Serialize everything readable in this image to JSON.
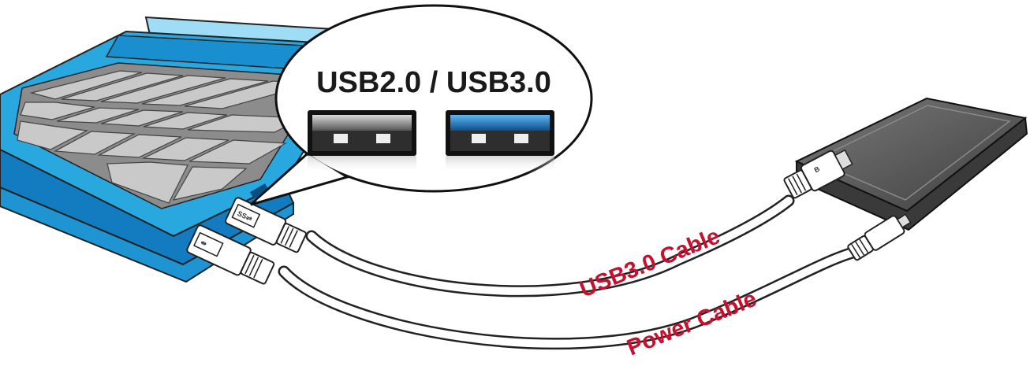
{
  "callout": {
    "title": "USB2.0 / USB3.0",
    "ports": [
      {
        "name": "USB2.0",
        "color": "#8a8a8a"
      },
      {
        "name": "USB3.0",
        "color": "#1f7fd1"
      }
    ]
  },
  "cables": {
    "usb3_label": "USB3.0 Cable",
    "power_label": "Power Cable"
  },
  "device_port_label": "B",
  "colors": {
    "laptop_blue": "#29a8e0",
    "laptop_dark_blue": "#137cc0",
    "label_red": "#c8102e",
    "drive_gray": "#5c5c5c",
    "outline": "#222222"
  }
}
